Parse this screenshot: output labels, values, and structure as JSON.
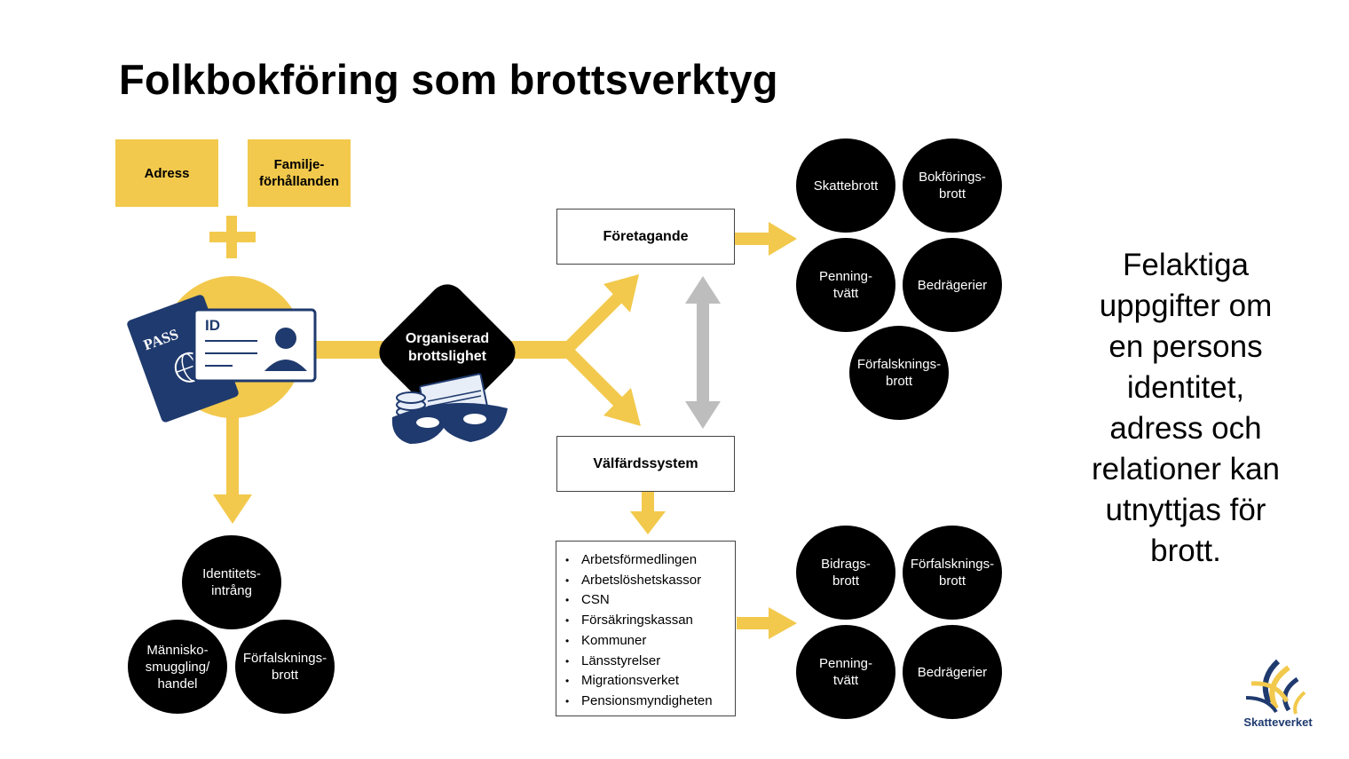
{
  "title": "Folkbokföring som brottsverktyg",
  "inputs": {
    "address": "Adress",
    "family": "Familje-\nförhållanden"
  },
  "documents": {
    "pass_label": "PASS",
    "id_label": "ID"
  },
  "organized_crime": "Organiserad\nbrottslighet",
  "business_box": "Företagande",
  "welfare_box": "Välfärdssystem",
  "business_crimes": [
    "Skattebrott",
    "Bokförings-\nbrott",
    "Penning-\ntvätt",
    "Bedrägerier",
    "Förfalsknings-\nbrott"
  ],
  "identity_crimes": [
    "Identitets-\nintrång",
    "Människo-\nsmuggling/\nhandel",
    "Förfalsknings-\nbrott"
  ],
  "agencies": [
    "Arbetsförmedlingen",
    "Arbetslöshetskassor",
    "CSN",
    "Försäkringskassan",
    "Kommuner",
    "Länsstyrelser",
    "Migrationsverket",
    "Pensionsmyndigheten"
  ],
  "welfare_crimes": [
    "Bidrags-\nbrott",
    "Förfalsknings-\nbrott",
    "Penning-\ntvätt",
    "Bedrägerier"
  ],
  "side_text": "Felaktiga\nuppgifter om\nen persons\nidentitet,\nadress och\nrelationer kan\nutnyttjas för\nbrott.",
  "logo": "Skatteverket",
  "colors": {
    "accent_yellow": "#f2c94c",
    "navy": "#1f3a6e",
    "arrow_gray": "#bdbdbd",
    "circle_black": "#000000"
  }
}
